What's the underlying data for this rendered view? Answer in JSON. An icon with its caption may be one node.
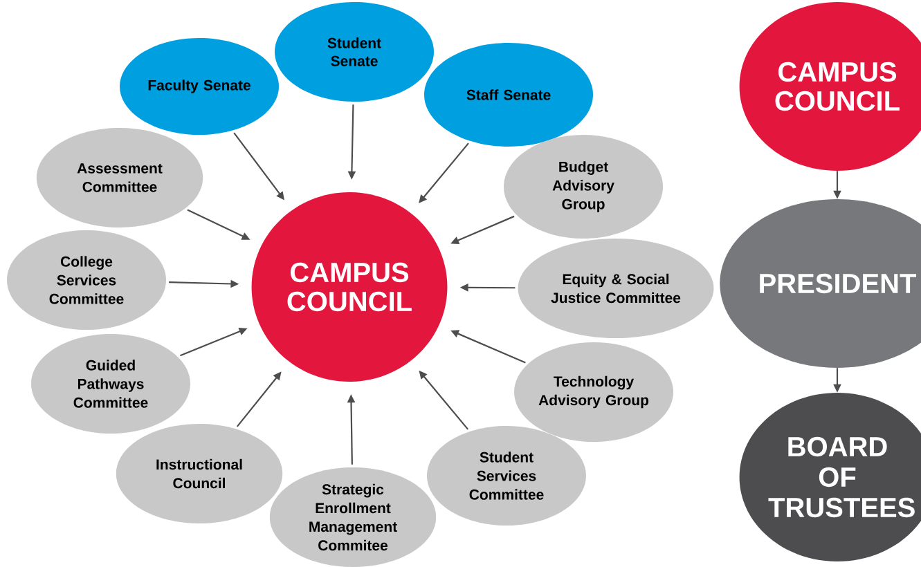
{
  "diagram": {
    "nodes": [
      {
        "text": [
          "Faculty Senate"
        ]
      },
      {
        "text": [
          "Student Senate"
        ]
      },
      {
        "text": [
          "Staff Senate"
        ]
      },
      {
        "text": [
          "CAMPUS COUNCIL"
        ]
      },
      {
        "text": [
          "Assessment Committee"
        ]
      },
      {
        "text": [
          "Budget Advisory Group"
        ]
      },
      {
        "text": [
          "CAMPUS COUNCIL"
        ]
      },
      {
        "text": [
          "College Services Committee"
        ]
      },
      {
        "text": [
          "Equity & Social Justice Committee"
        ]
      },
      {
        "text": [
          "PRESIDENT"
        ]
      },
      {
        "text": [
          "Guided Pathways Committee"
        ]
      },
      {
        "text": [
          "Technology Advisory Group"
        ]
      },
      {
        "text": [
          "Instructional Council"
        ]
      },
      {
        "text": [
          "Student Services Committee"
        ]
      },
      {
        "text": [
          "Strategic Enrollment Management Commitee"
        ]
      },
      {
        "text": [
          "BOARD OF TRUSTEES"
        ]
      }
    ],
    "edges": [
      {
        "from": 0,
        "to": 6,
        "arrow": "to"
      },
      {
        "from": 1,
        "to": 6,
        "arrow": "to"
      },
      {
        "from": 2,
        "to": 6,
        "arrow": "to"
      },
      {
        "from": 4,
        "to": 6,
        "arrow": "to"
      },
      {
        "from": 5,
        "to": 6,
        "arrow": "to"
      },
      {
        "from": 7,
        "to": 6,
        "arrow": "to"
      },
      {
        "from": 8,
        "to": 6,
        "arrow": "to"
      },
      {
        "from": 10,
        "to": 6,
        "arrow": "to"
      },
      {
        "from": 11,
        "to": 6,
        "arrow": "to"
      },
      {
        "from": 12,
        "to": 6,
        "arrow": "to"
      },
      {
        "from": 13,
        "to": 6,
        "arrow": "to"
      },
      {
        "from": 14,
        "to": 6,
        "arrow": "to"
      },
      {
        "from": 3,
        "to": 9,
        "arrow": "to"
      },
      {
        "from": 9,
        "to": 15,
        "arrow": "to"
      }
    ]
  }
}
